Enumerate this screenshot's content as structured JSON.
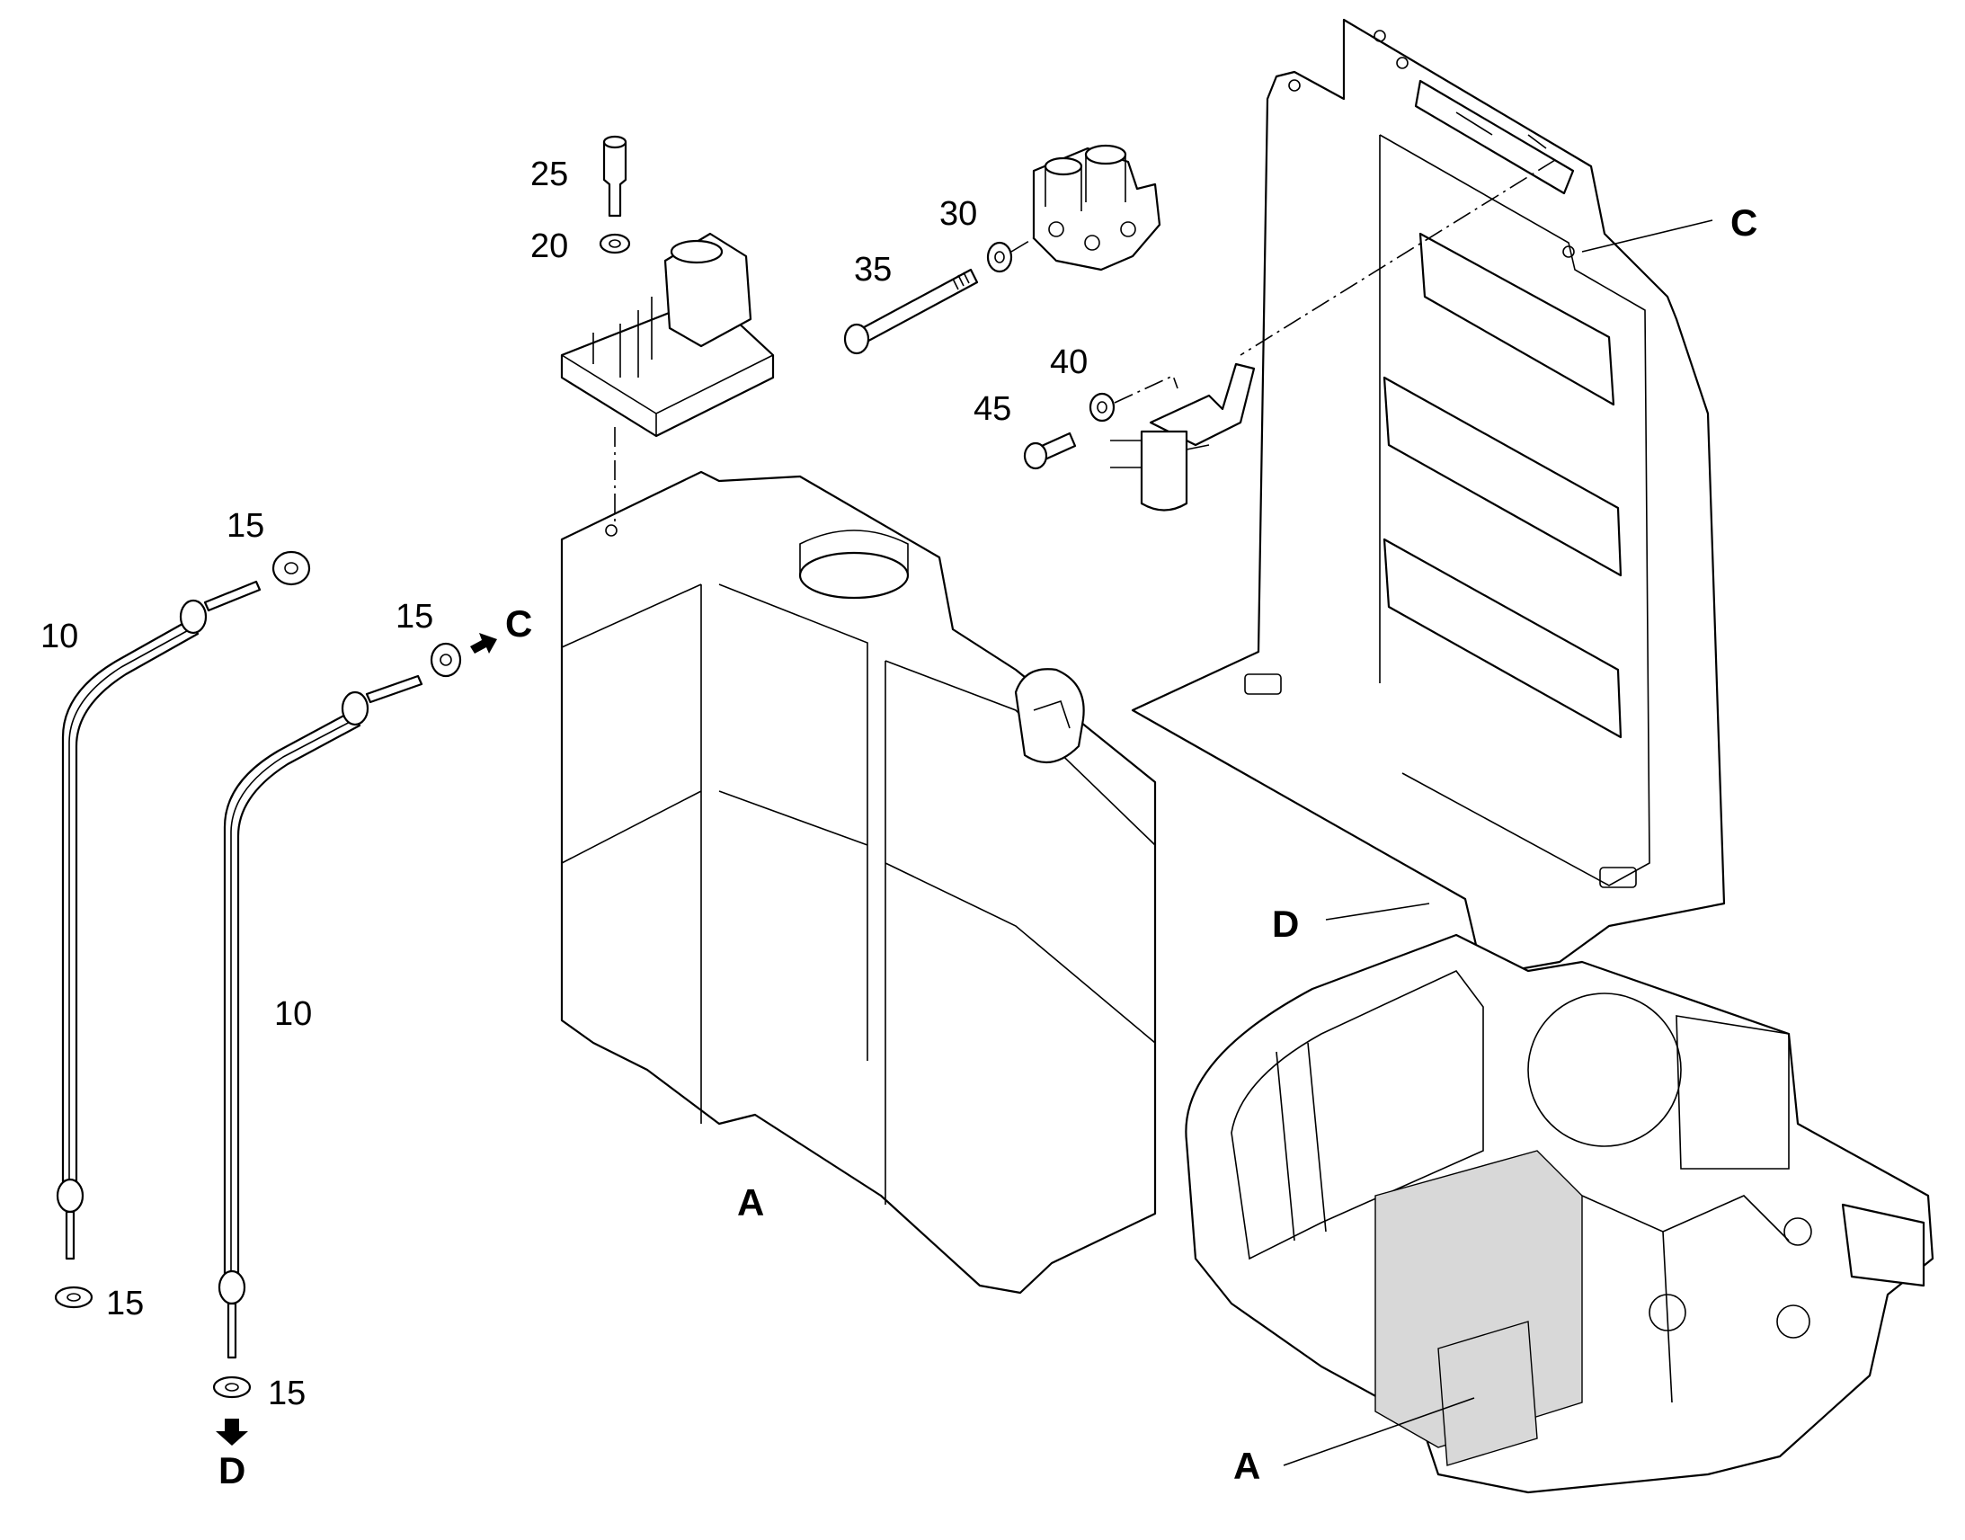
{
  "callouts": {
    "n25": "25",
    "n20": "20",
    "n30": "30",
    "n35": "35",
    "n40": "40",
    "n45": "45",
    "n15_a": "15",
    "n15_b": "15",
    "n15_c": "15",
    "n15_d": "15",
    "n10_a": "10",
    "n10_b": "10",
    "c_arrow_label": "C",
    "d_arrow_label": "D",
    "c_bracket_label": "C",
    "d_bracket_label": "D",
    "a_tank_label": "A",
    "a_machine_label": "A"
  }
}
